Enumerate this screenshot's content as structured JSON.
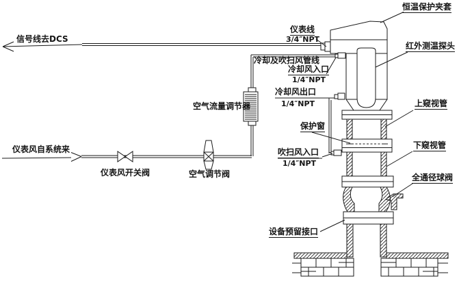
{
  "diagram": {
    "type": "piping-instrumentation-schematic",
    "labels": {
      "signal_to_dcs": "信号线去DCS",
      "instrument_line": "仪表线",
      "instrument_line_size": "3/4″NPT",
      "cooling_purge_air_line": "冷却及吹扫风管线",
      "cooling_air_inlet": "冷却风入口",
      "cooling_air_inlet_size": "1/4″NPT",
      "cooling_air_outlet": "冷却风出口",
      "cooling_air_outlet_size": "1/4″NPT",
      "protection_window": "保护窗",
      "purge_air_inlet": "吹扫风入口",
      "purge_air_inlet_size": "1/4″NPT",
      "instrument_air_source": "仪表风自系统来",
      "instrument_air_switch_valve": "仪表风开关阀",
      "air_control_valve": "空气调节阀",
      "air_flow_regulator": "空气流量调节器",
      "thermal_jacket": "恒温保护夹套",
      "ir_probe": "红外测温探头",
      "upper_sight_tube": "上窥视管",
      "lower_sight_tube": "下窥视管",
      "full_bore_ball_valve": "全通径球阀",
      "reserved_port": "设备预留接口"
    },
    "colors": {
      "line": "#1a1a1a",
      "background": "#ffffff"
    }
  }
}
